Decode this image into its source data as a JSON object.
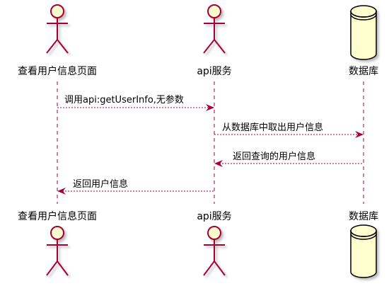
{
  "participants": [
    {
      "id": "page",
      "label": "查看用户信息页面",
      "kind": "actor"
    },
    {
      "id": "api",
      "label": "api服务",
      "kind": "actor"
    },
    {
      "id": "db",
      "label": "数据库",
      "kind": "database"
    }
  ],
  "messages": [
    {
      "from": "page",
      "to": "api",
      "label": "调用api:getUserInfo,无参数"
    },
    {
      "from": "api",
      "to": "db",
      "label": "从数据库中取出用户信息"
    },
    {
      "from": "db",
      "to": "api",
      "label": "返回查询的用户信息"
    },
    {
      "from": "api",
      "to": "page",
      "label": "返回用户信息"
    }
  ],
  "colors": {
    "actor_fill": "#FEFECE",
    "stroke": "#A80036",
    "lifeline": "#A80036",
    "arrow": "#A80036",
    "text": "#000000"
  },
  "icons": {
    "actor": "stick-figure-actor-icon",
    "database": "database-cylinder-icon"
  }
}
